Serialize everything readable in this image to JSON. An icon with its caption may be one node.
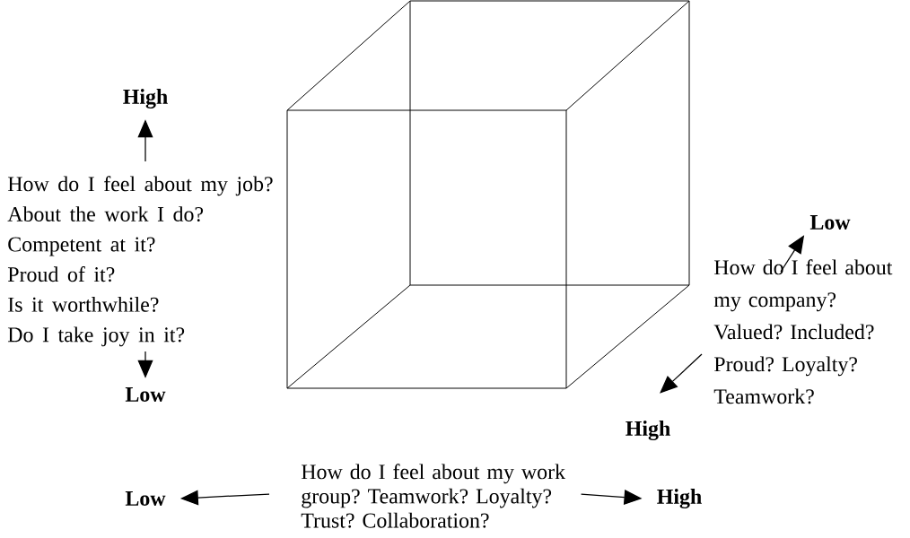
{
  "diagram": {
    "nodes": [
      {
        "text": [
          "High"
        ]
      },
      {
        "text": [
          "How do I feel about my job?",
          "About the work I do?",
          "Competent at it?",
          "Proud of it?",
          "Is it worthwhile?",
          "Do I take joy in it?"
        ]
      },
      {
        "text": [
          "Low"
        ]
      },
      {
        "text": [
          "Low"
        ]
      },
      {
        "text": [
          "How do I feel about my company?",
          "Valued? Included?",
          "Proud? Loyalty?",
          "Teamwork?"
        ]
      },
      {
        "text": [
          "High"
        ]
      },
      {
        "text": [
          "Low"
        ]
      },
      {
        "text": [
          "How do I feel about my work group? Teamwork? Loyalty? Trust? Collaboration?"
        ]
      },
      {
        "text": [
          "High"
        ]
      }
    ],
    "edges": [
      {
        "from": 1,
        "to": 0,
        "arrow": "to"
      },
      {
        "from": 1,
        "to": 2,
        "arrow": "to"
      },
      {
        "from": 4,
        "to": 3,
        "arrow": "to"
      },
      {
        "from": 4,
        "to": 5,
        "arrow": "to"
      },
      {
        "from": 7,
        "to": 6,
        "arrow": "to"
      },
      {
        "from": 7,
        "to": 8,
        "arrow": "to"
      }
    ]
  }
}
